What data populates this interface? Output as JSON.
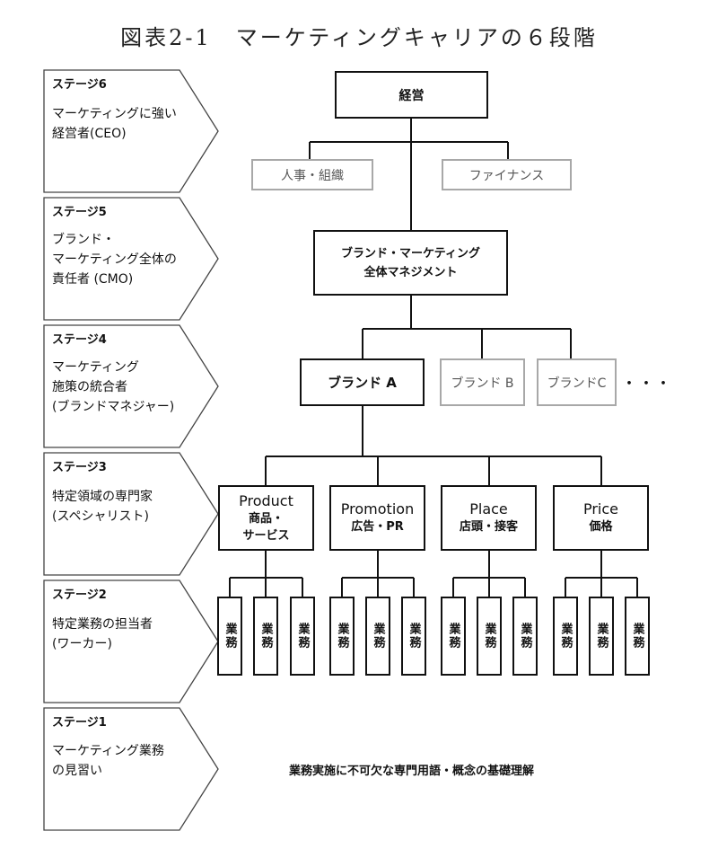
{
  "title": "図表2-1　マーケティングキャリアの６段階",
  "stages": [
    {
      "label": "ステージ6",
      "desc": "マーケティングに強い\n経営者(CEO)"
    },
    {
      "label": "ステージ5",
      "desc": "ブランド・\nマーケティング全体の\n責任者 (CMO)"
    },
    {
      "label": "ステージ4",
      "desc": "マーケティング\n施策の統合者\n(ブランドマネジャー)"
    },
    {
      "label": "ステージ3",
      "desc": "特定領域の専門家\n(スペシャリスト)"
    },
    {
      "label": "ステージ2",
      "desc": "特定業務の担当者\n(ワーカー)"
    },
    {
      "label": "ステージ1",
      "desc": "マーケティング業務\nの見習い"
    }
  ],
  "org": {
    "ceo": "経営",
    "hr": "人事・組織",
    "finance": "ファイナンス",
    "cmo_line1": "ブランド・マーケティング",
    "cmo_line2": "全体マネジメント",
    "brand_a": "ブランド A",
    "brand_b": "ブランド B",
    "brand_c": "ブランドC",
    "ellipsis": "・・・",
    "product_en": "Product",
    "product_jp": "商品・\nサービス",
    "promotion_en": "Promotion",
    "promotion_jp": "広告・PR",
    "place_en": "Place",
    "place_jp": "店頭・接客",
    "price_en": "Price",
    "price_jp": "価格",
    "task": "業務"
  },
  "footer": "業務実施に不可欠な専門用語・概念の基礎理解"
}
